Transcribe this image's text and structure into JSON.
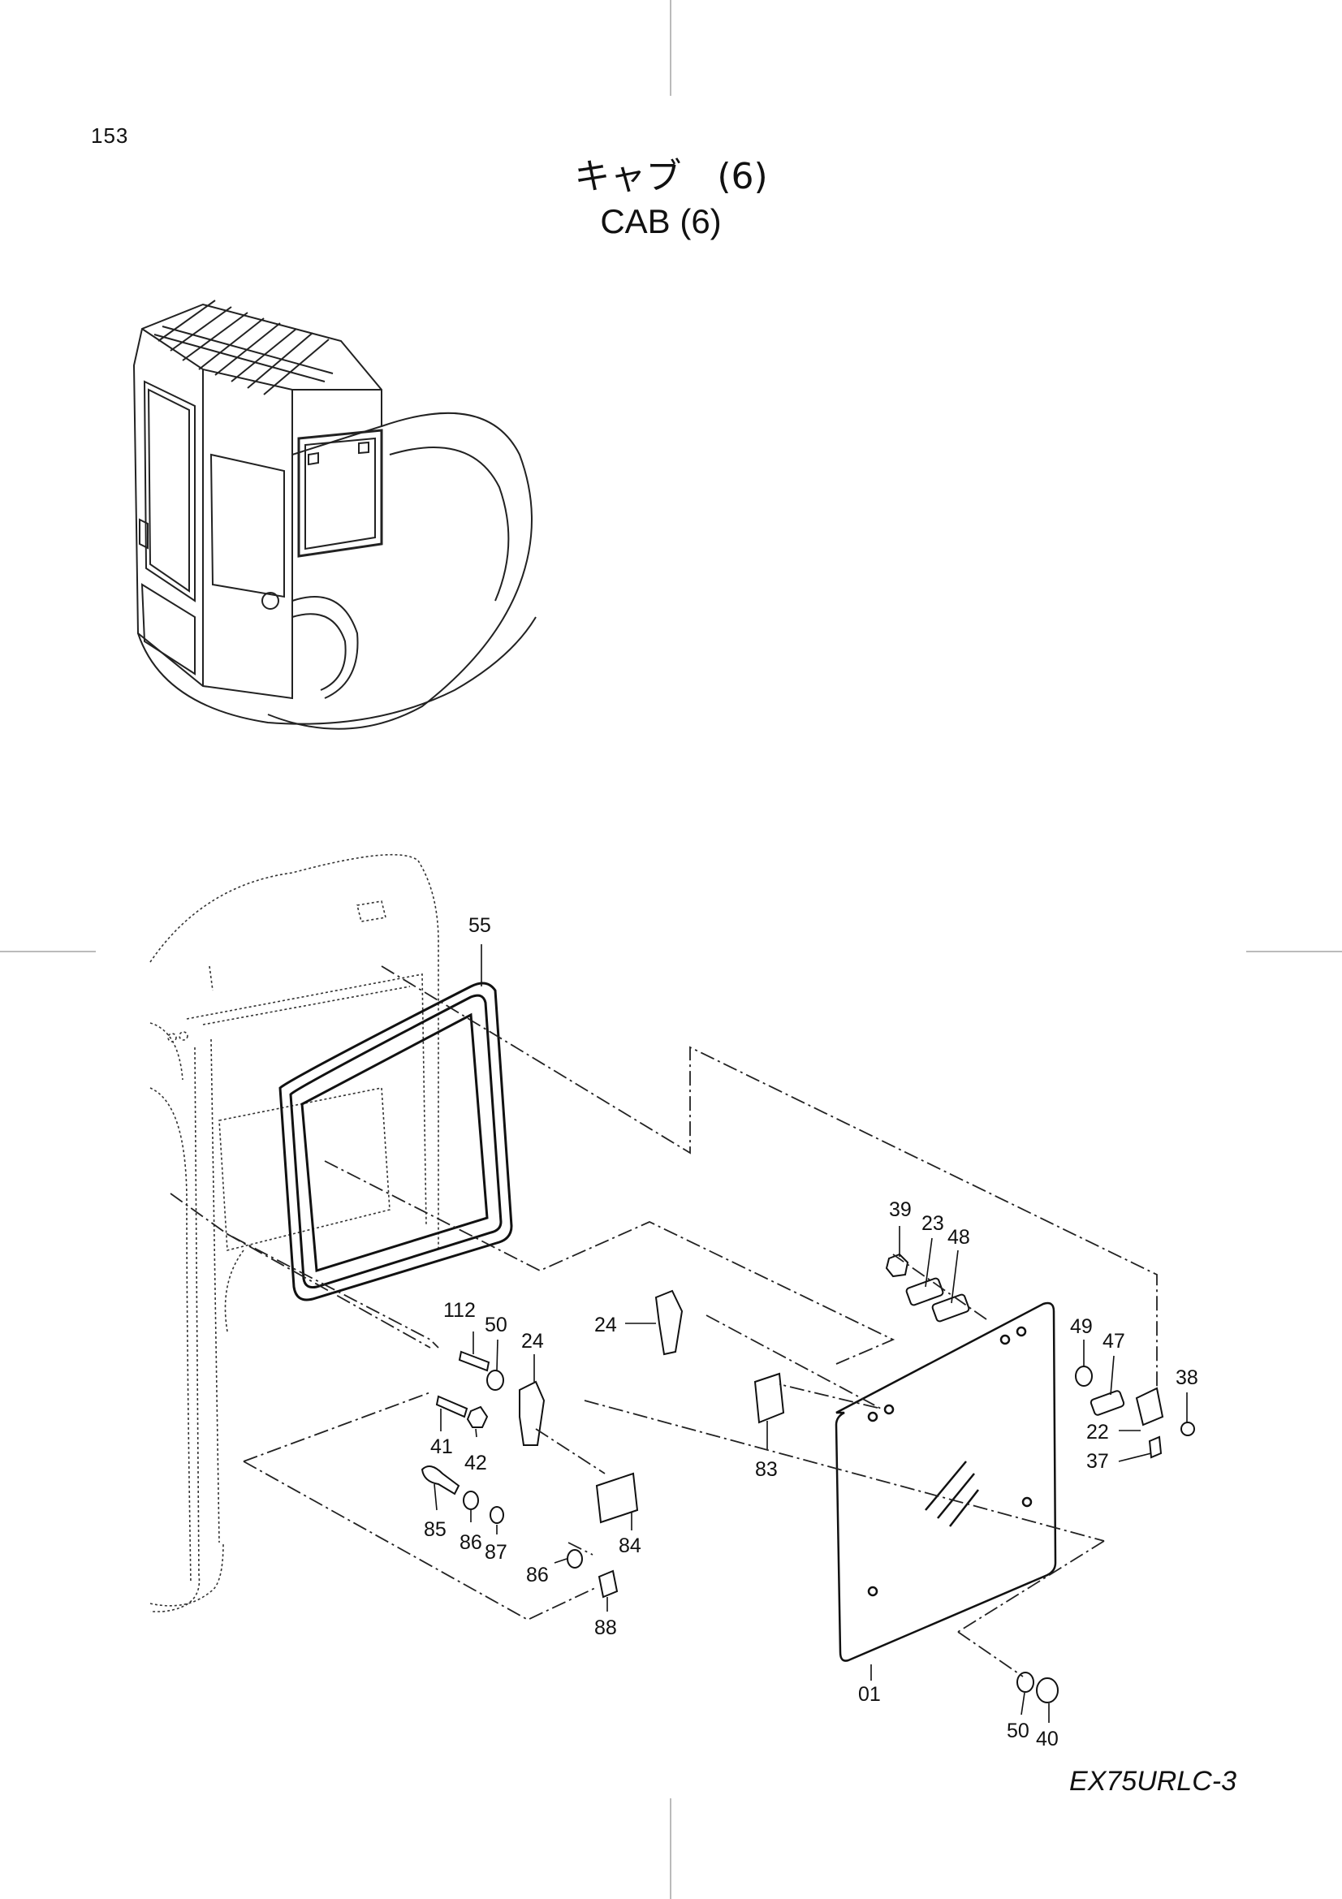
{
  "page_number": "153",
  "title_jp": "キャブ　(6)",
  "title_en": "CAB  (6)",
  "model": "EX75URLC-3",
  "callouts": [
    {
      "id": "55",
      "text": "55"
    },
    {
      "id": "39",
      "text": "39"
    },
    {
      "id": "23",
      "text": "23"
    },
    {
      "id": "48",
      "text": "48"
    },
    {
      "id": "112",
      "text": "112"
    },
    {
      "id": "50a",
      "text": "50"
    },
    {
      "id": "24a",
      "text": "24"
    },
    {
      "id": "24b",
      "text": "24"
    },
    {
      "id": "49",
      "text": "49"
    },
    {
      "id": "47",
      "text": "47"
    },
    {
      "id": "38",
      "text": "38"
    },
    {
      "id": "22",
      "text": "22"
    },
    {
      "id": "37",
      "text": "37"
    },
    {
      "id": "41",
      "text": "41"
    },
    {
      "id": "42",
      "text": "42"
    },
    {
      "id": "83",
      "text": "83"
    },
    {
      "id": "85",
      "text": "85"
    },
    {
      "id": "86a",
      "text": "86"
    },
    {
      "id": "87",
      "text": "87"
    },
    {
      "id": "84",
      "text": "84"
    },
    {
      "id": "86b",
      "text": "86"
    },
    {
      "id": "88",
      "text": "88"
    },
    {
      "id": "01",
      "text": "01"
    },
    {
      "id": "50b",
      "text": "50"
    },
    {
      "id": "40",
      "text": "40"
    }
  ]
}
